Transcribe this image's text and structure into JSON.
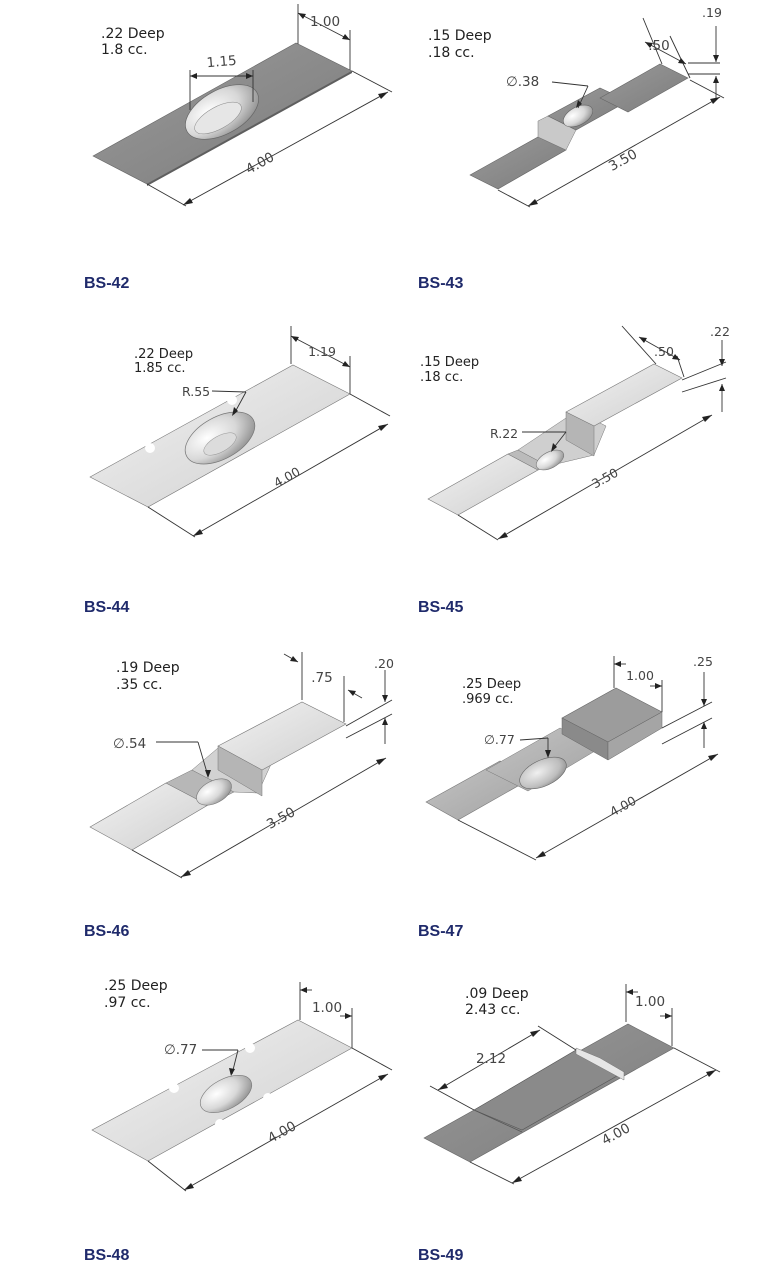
{
  "parts": [
    {
      "name": "BS-42",
      "depth": ".22 Deep",
      "volume": "1.8 cc.",
      "width": "1.00",
      "length": "4.00",
      "feature": "1.15"
    },
    {
      "name": "BS-43",
      "depth": ".15 Deep",
      "volume": ".18 cc.",
      "width": ".50",
      "length": "3.50",
      "feature": "∅.38",
      "step": ".19"
    },
    {
      "name": "BS-44",
      "depth": ".22 Deep",
      "volume": "1.85 cc.",
      "width": "1.19",
      "length": "4.00",
      "feature": "R.55"
    },
    {
      "name": "BS-45",
      "depth": ".15 Deep",
      "volume": ".18 cc.",
      "width": ".50",
      "length": "3.50",
      "feature": "R.22",
      "step": ".22"
    },
    {
      "name": "BS-46",
      "depth": ".19 Deep",
      "volume": ".35 cc.",
      "width": ".75",
      "length": "3.50",
      "feature": "∅.54",
      "step": ".20"
    },
    {
      "name": "BS-47",
      "depth": ".25 Deep",
      "volume": ".969 cc.",
      "width": "1.00",
      "length": "4.00",
      "feature": "∅.77",
      "step": ".25"
    },
    {
      "name": "BS-48",
      "depth": ".25 Deep",
      "volume": ".97 cc.",
      "width": "1.00",
      "length": "4.00",
      "feature": "∅.77"
    },
    {
      "name": "BS-49",
      "depth": ".09 Deep",
      "volume": "2.43 cc.",
      "width": "1.00",
      "length": "4.00",
      "feature": "2.12"
    }
  ]
}
